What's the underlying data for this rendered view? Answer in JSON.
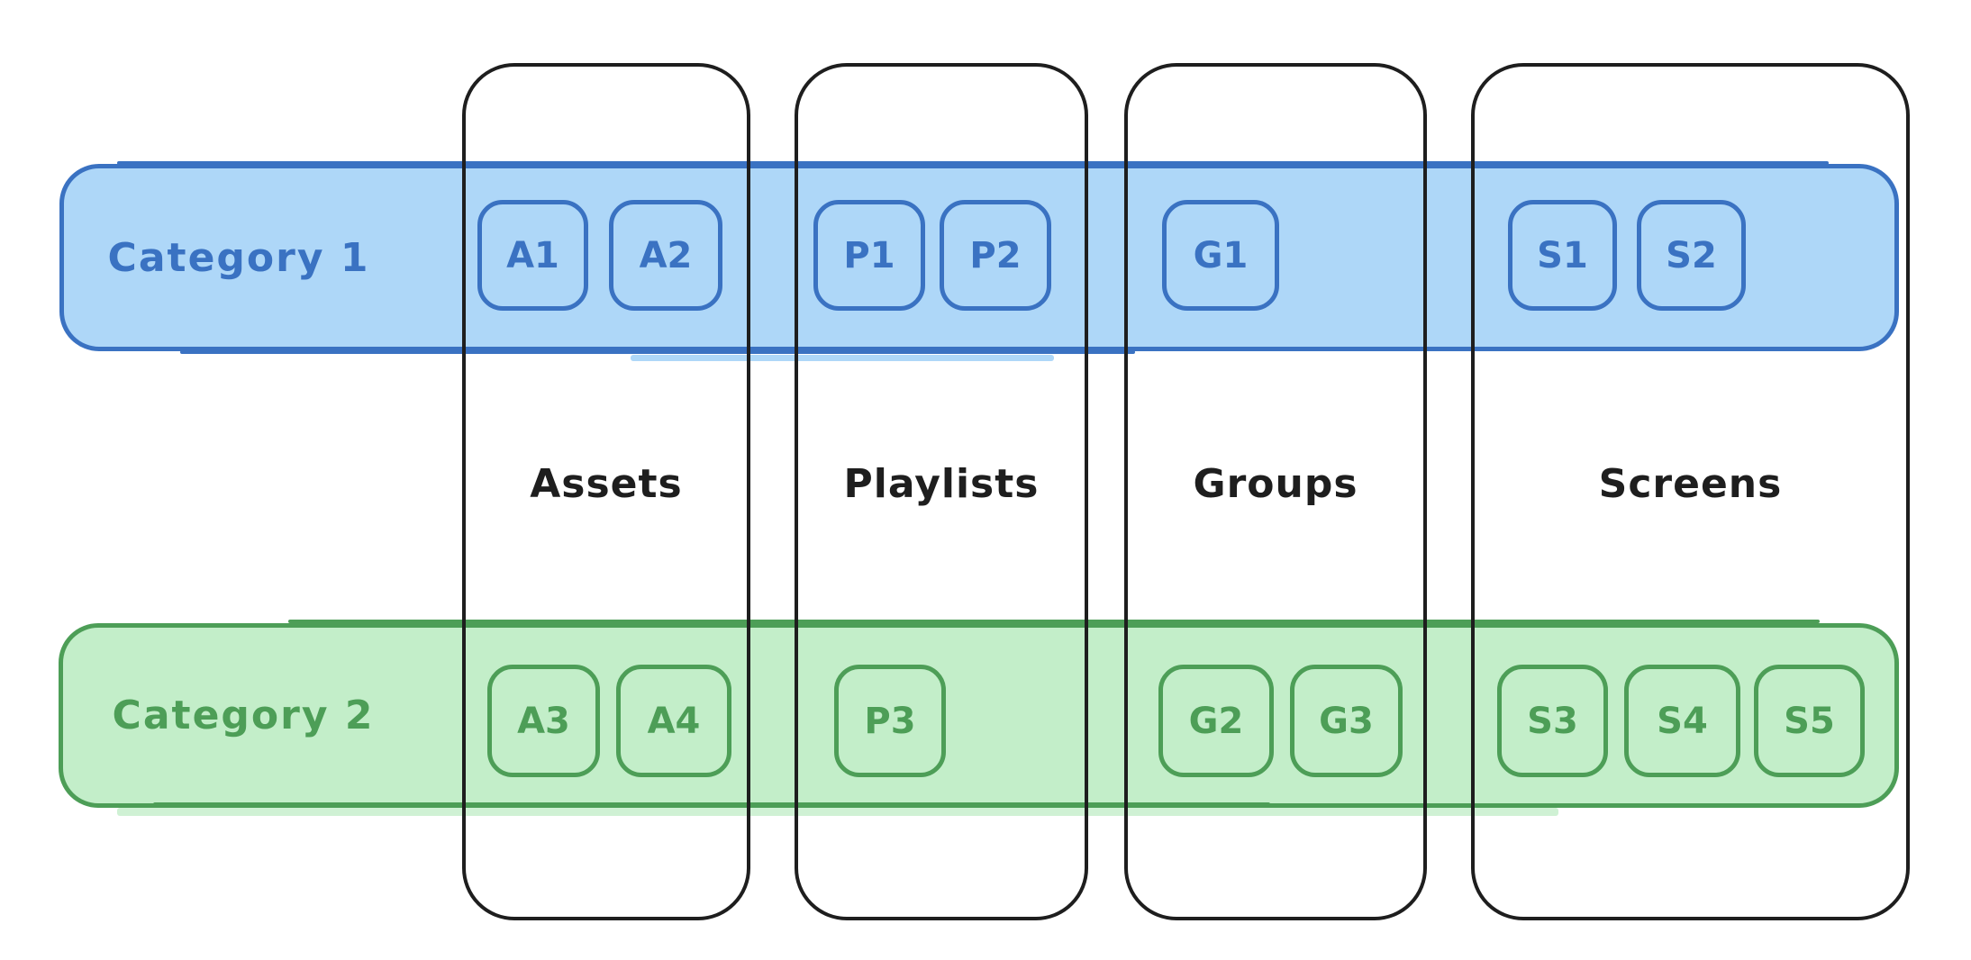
{
  "diagram_title": "",
  "colors": {
    "blue_stroke": "#3a72c2",
    "blue_fill": "#aed7f8",
    "green_stroke": "#4d9e57",
    "green_fill": "#c3eec9",
    "column_stroke": "#1e1e1e",
    "background": "#ffffff"
  },
  "columns": [
    {
      "label": "Assets"
    },
    {
      "label": "Playlists"
    },
    {
      "label": "Groups"
    },
    {
      "label": "Screens"
    }
  ],
  "bands": [
    {
      "label": "Category 1",
      "color": "blue",
      "chips": [
        "A1",
        "A2",
        "P1",
        "P2",
        "G1",
        "S1",
        "S2"
      ]
    },
    {
      "label": "Category 2",
      "color": "green",
      "chips": [
        "A3",
        "A4",
        "P3",
        "G2",
        "G3",
        "S3",
        "S4",
        "S5"
      ]
    }
  ]
}
